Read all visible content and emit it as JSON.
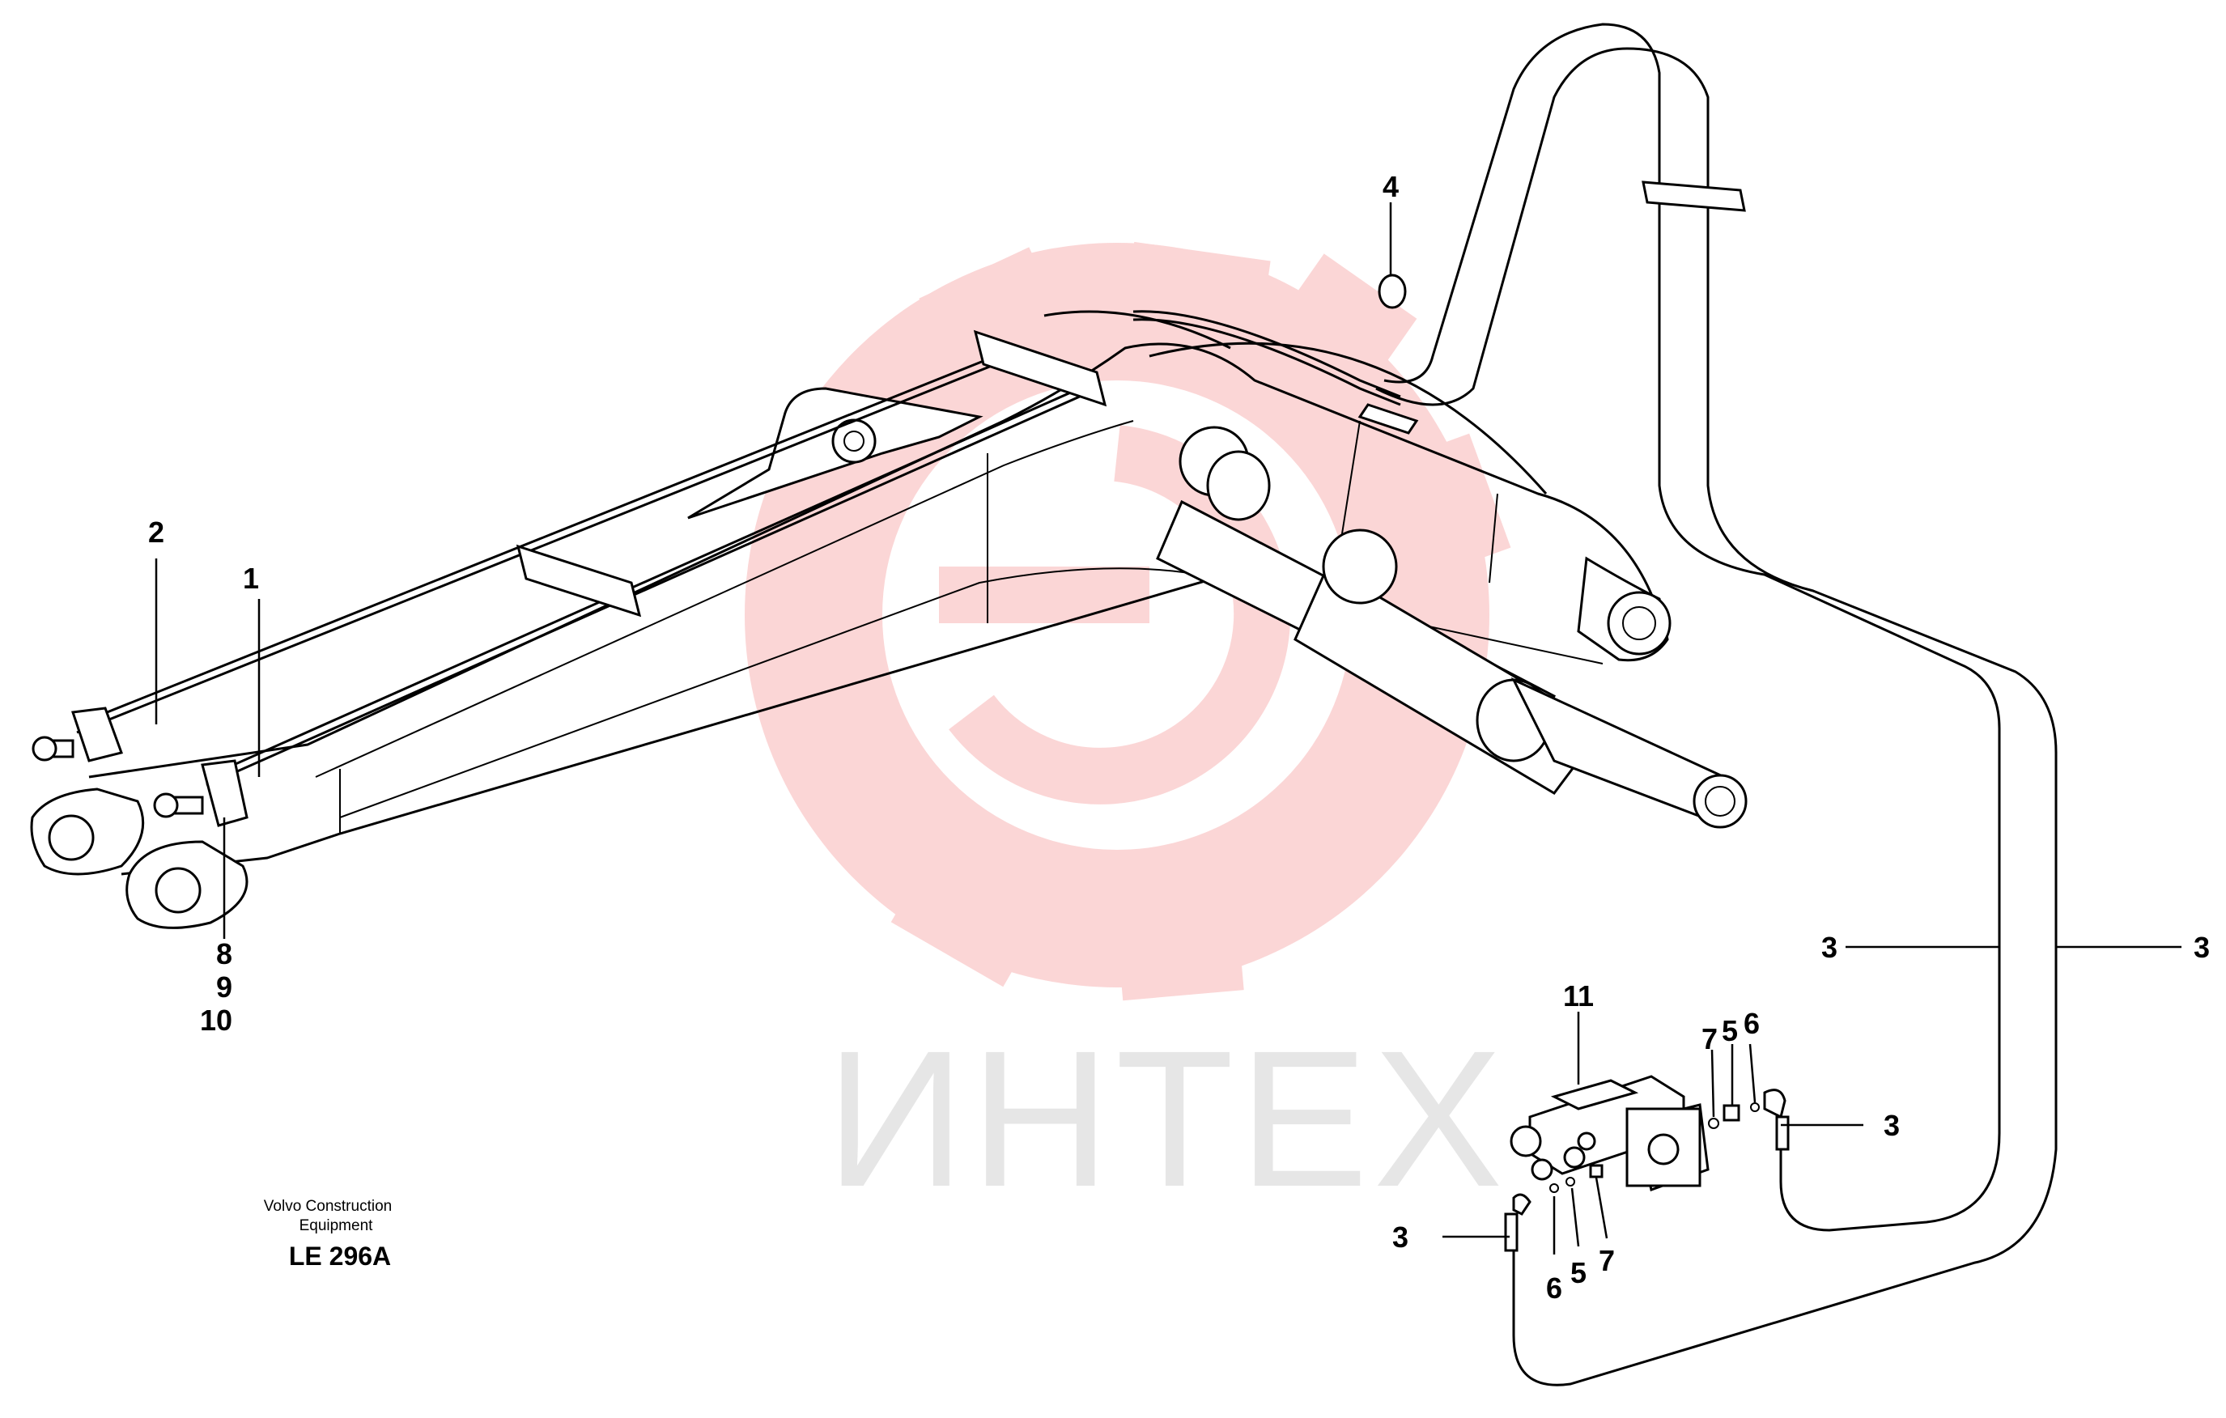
{
  "watermark": {
    "text": "ИНТЕХ",
    "color": "#f7b5b5",
    "text_color": "#e6e6e6"
  },
  "caption": {
    "line1": "Volvo Construction",
    "line2": "Equipment",
    "code": "LE 296A"
  },
  "callouts": {
    "c1": "1",
    "c2": "2",
    "c3a": "3",
    "c3b": "3",
    "c3c": "3",
    "c3d": "3",
    "c4": "4",
    "c5a": "5",
    "c5b": "5",
    "c6a": "6",
    "c6b": "6",
    "c7a": "7",
    "c7b": "7",
    "c8": "8",
    "c9": "9",
    "c10": "10",
    "c11": "11"
  }
}
